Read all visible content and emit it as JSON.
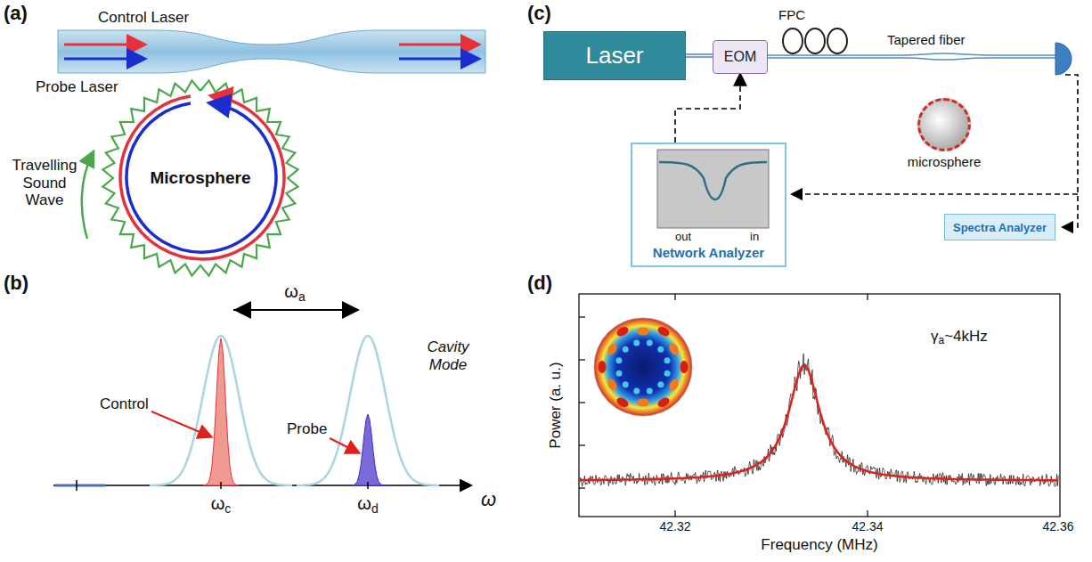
{
  "diagram": {
    "nodes": [
      {
        "text": [
          "Microsphere"
        ]
      },
      {
        "text": [
          "Laser"
        ]
      },
      {
        "text": [
          "EOM"
        ]
      },
      {
        "text": [
          "microsphere"
        ]
      },
      {
        "text": [
          "Network Analyzer"
        ]
      },
      {
        "text": [
          "Spectra Analyzer"
        ]
      }
    ],
    "edges": [
      {
        "from": 1,
        "to": 2,
        "arrow": "none"
      },
      {
        "from": 4,
        "to": 2,
        "arrow": "to"
      }
    ],
    "labels": [
      "(a)",
      "Control Laser",
      "Probe Laser",
      "Travelling Sound Wave",
      "(b)",
      "ωa",
      "Cavity Mode",
      "Control",
      "Probe",
      "ωc",
      "ωd",
      "ω",
      "(c)",
      "FPC",
      "Tapered fiber",
      "out",
      "in",
      "(d)",
      "Power (a. u.)",
      "Frequency (MHz)",
      "42.32",
      "42.34",
      "42.36",
      "γa~4kHz"
    ]
  }
}
